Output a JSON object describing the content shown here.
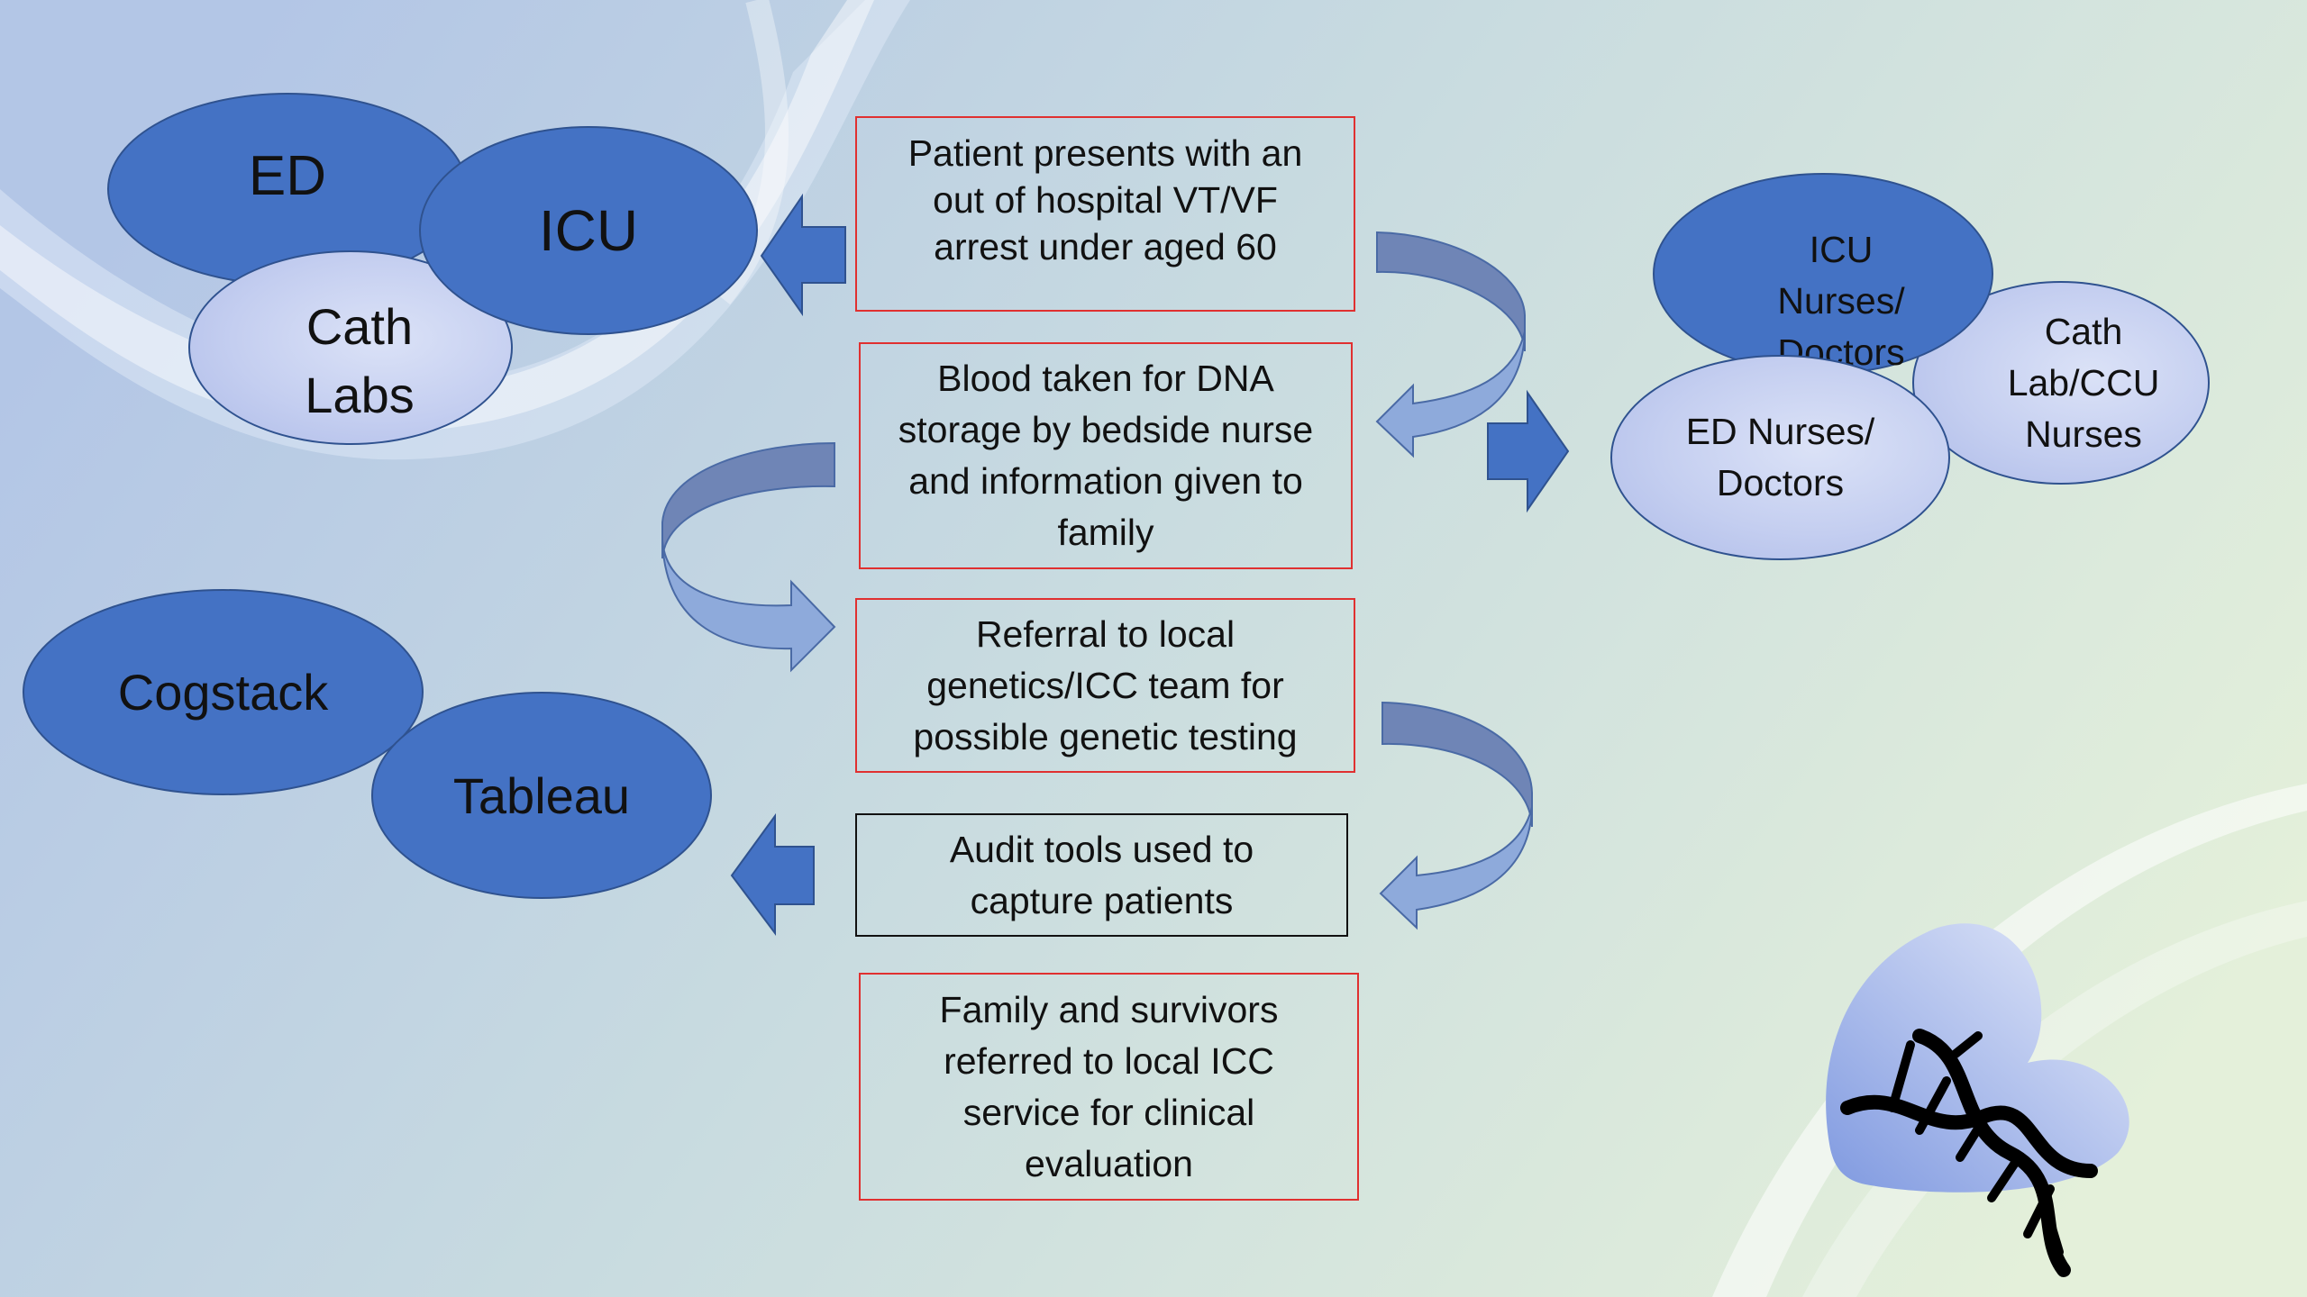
{
  "colors": {
    "dark_oval": "#4472c4",
    "light_oval": "#c4cef0",
    "outline": "#2f528f",
    "box_border_red": "#e03030",
    "box_border_black": "#111111",
    "curved_arrow_dark": "#6f85b6",
    "curved_arrow_light": "#8eaadb"
  },
  "flow_steps": [
    {
      "text": "Patient presents with an\nout of hospital VT/VF\narrest under aged 60"
    },
    {
      "text": "Blood taken for DNA\nstorage by bedside nurse\nand information given to\nfamily"
    },
    {
      "text": "Referral to local\ngenetics/ICC team for\npossible genetic testing"
    },
    {
      "text": "Audit tools used to\ncapture patients"
    },
    {
      "text": "Family and survivors\nreferred to local ICC\nservice for clinical\nevaluation"
    }
  ],
  "left_group_top": {
    "ed": "ED",
    "icu": "ICU",
    "cath_labs": "Cath\nLabs"
  },
  "left_group_bottom": {
    "cogstack": "Cogstack",
    "tableau": "Tableau"
  },
  "right_group": {
    "icu_staff": "ICU\nNurses/\nDoctors",
    "cath_ccu_staff": "Cath\nLab/CCU\nNurses",
    "ed_staff": "ED Nurses/\nDoctors"
  },
  "icons": {
    "dna": "dna-helix-icon",
    "heart": "heart-icon"
  }
}
